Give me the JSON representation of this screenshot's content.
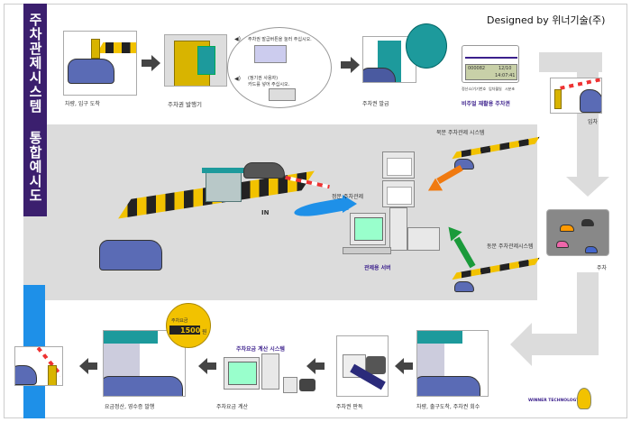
{
  "title": "주차관제시스템 통합예시도",
  "credit": "Designed by 위너기술(주)",
  "colors": {
    "title_bg": "#3b1f6e",
    "blue_bar": "#1e90e8",
    "gray_band": "#dcdcdc",
    "stripe_yellow": "#f2c200",
    "arrow_blue": "#1e90e8",
    "arrow_orange": "#f07a10",
    "arrow_green": "#1a9a3a"
  },
  "entry": {
    "arrival": "차량, 입구 도착",
    "dispenser": "주차권 발행기",
    "prompt_button": "주차권 발급버튼을 눌러 주십시오.",
    "prompt_card_1": "(정기권 사용자)",
    "prompt_card_2": "카드를 넣어 주십시오.",
    "issue": "주차권 발급",
    "ticket_label": "비주얼 재활용 주차권",
    "ticket_fields": [
      "정산소/기기번호",
      "입차월일",
      "시분초"
    ],
    "ticket_number": "000082",
    "ticket_date": "12/10",
    "ticket_time": "14:07:41",
    "enter": "입차",
    "park": "주차"
  },
  "center": {
    "north": "북문 주차관제 시스템",
    "main": "정문 주차관제",
    "east": "동문 주차관제시스템",
    "server": "관제용 서버",
    "in_sign": "IN"
  },
  "exit": {
    "arrive": "차량, 출구도착, 주차권 회수",
    "read": "주차권 판독",
    "calc_system": "주차요금 계산 시스템",
    "calc": "주차요금 계산",
    "fee_title": "주차요금",
    "fee_value": "1500",
    "fee_unit": "원",
    "pay": "요금정산, 영수증 발행"
  },
  "logo": "WINNER TECHNOLOGY"
}
